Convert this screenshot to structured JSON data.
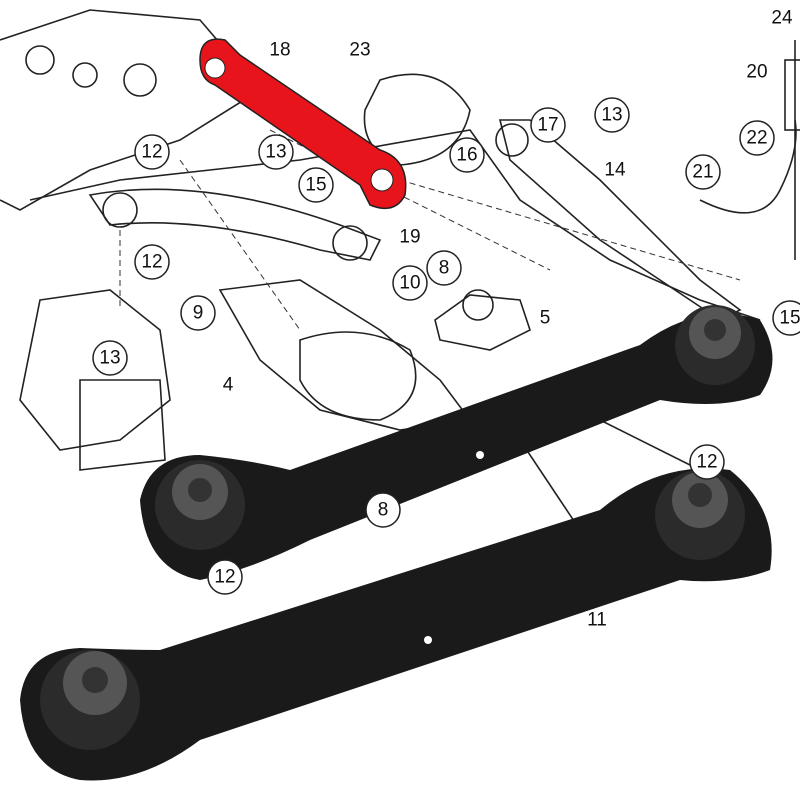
{
  "diagram": {
    "callouts": [
      "24",
      "20",
      "22",
      "21",
      "18",
      "23",
      "17",
      "13",
      "16",
      "14",
      "12",
      "13",
      "15",
      "19",
      "12",
      "10",
      "8",
      "9",
      "5",
      "15",
      "13",
      "4",
      "12",
      "8",
      "12",
      "11"
    ],
    "highlight_color": "#e8141b",
    "arm_color": "#1a1a1a",
    "photographed_arms": 2
  }
}
